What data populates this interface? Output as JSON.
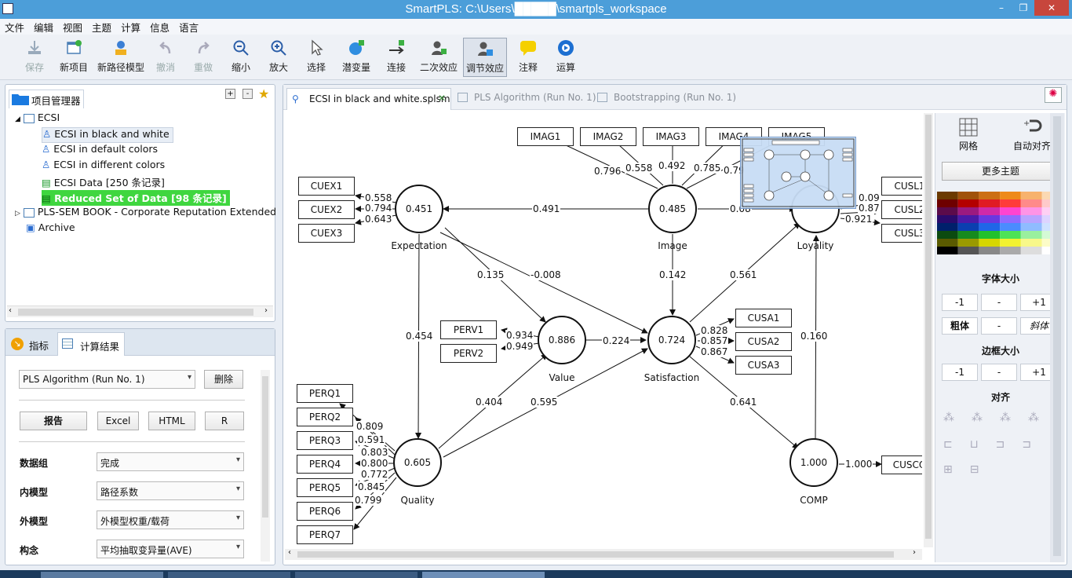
{
  "window": {
    "title": "SmartPLS: C:\\Users\\█████\\smartpls_workspace",
    "minimize": "–",
    "restore": "❐",
    "close": "✕"
  },
  "menu": [
    "文件",
    "编辑",
    "视图",
    "主题",
    "计算",
    "信息",
    "语言"
  ],
  "toolbar": {
    "save": "保存",
    "new_project": "新项目",
    "new_path_model": "新路径模型",
    "undo": "撤消",
    "redo": "重做",
    "zoom_out": "缩小",
    "zoom_in": "放大",
    "select": "选择",
    "latent": "潜变量",
    "connect": "连接",
    "quadratic": "二次效应",
    "moderating": "调节效应",
    "comment": "注释",
    "calculate": "运算"
  },
  "project_explorer": {
    "title": "项目管理器",
    "items": [
      "ECSI",
      "ECSI in black and white",
      "ECSI in default colors",
      "ECSI in different colors",
      "ECSI Data [250 条记录]",
      "Reduced Set of Data [98 条记录]",
      "PLS-SEM BOOK - Corporate Reputation Extended",
      "Archive"
    ]
  },
  "bottom_panel": {
    "tab_indicators": "指标",
    "tab_results": "计算结果",
    "run_select": "PLS Algorithm (Run No. 1)",
    "delete": "删除",
    "report": "报告",
    "excel": "Excel",
    "html": "HTML",
    "r": "R",
    "rows": [
      {
        "label": "数据组",
        "value": "完成"
      },
      {
        "label": "内模型",
        "value": "路径系数"
      },
      {
        "label": "外模型",
        "value": "外模型权重/载荷"
      },
      {
        "label": "构念",
        "value": "平均抽取变异量(AVE)"
      }
    ]
  },
  "editor_tabs": [
    "ECSI in black and white.splsm",
    "PLS Algorithm (Run No. 1)",
    "Bootstrapping (Run No. 1)"
  ],
  "right_panel": {
    "grid": "网格",
    "auto_align": "自动对齐",
    "more_themes": "更多主题",
    "font_size": "字体大小",
    "border_size": "边框大小",
    "align": "对齐",
    "minus1": "-1",
    "dash": "-",
    "plus1": "+1",
    "bold": "粗体",
    "italic": "斜体"
  },
  "model": {
    "latents": [
      {
        "id": "expectation",
        "name": "Expectation",
        "value": "0.451"
      },
      {
        "id": "image",
        "name": "Image",
        "value": "0.485"
      },
      {
        "id": "loyalty",
        "name": "Loyality",
        "value": ""
      },
      {
        "id": "value",
        "name": "Value",
        "value": "0.886"
      },
      {
        "id": "satisfaction",
        "name": "Satisfaction",
        "value": "0.724"
      },
      {
        "id": "quality",
        "name": "Quality",
        "value": "0.605"
      },
      {
        "id": "comp",
        "name": "COMP",
        "value": "1.000"
      }
    ],
    "indicators": [
      "CUEX1",
      "CUEX2",
      "CUEX3",
      "IMAG1",
      "IMAG2",
      "IMAG3",
      "IMAG4",
      "IMAG5",
      "CUSL1",
      "CUSL2",
      "CUSL3",
      "PERV1",
      "PERV2",
      "CUSA1",
      "CUSA2",
      "CUSA3",
      "PERQ1",
      "PERQ2",
      "PERQ3",
      "PERQ4",
      "PERQ5",
      "PERQ6",
      "PERQ7",
      "CUSCO"
    ],
    "weights": [
      "0.558",
      "0.794",
      "0.643",
      "0.796",
      "0.558",
      "0.492",
      "0.785",
      "0.79",
      "0.09",
      "0.87",
      "0.921",
      "0.934",
      "0.949",
      "0.828",
      "0.857",
      "0.867",
      "0.809",
      "0.591",
      "0.803",
      "0.800",
      "0.772",
      "0.845",
      "0.799",
      "1.000"
    ],
    "paths": [
      "0.491",
      "0.08",
      "0.135",
      "-0.008",
      "0.142",
      "0.561",
      "0.454",
      "0.224",
      "0.404",
      "0.595",
      "0.641",
      "0.160"
    ]
  }
}
